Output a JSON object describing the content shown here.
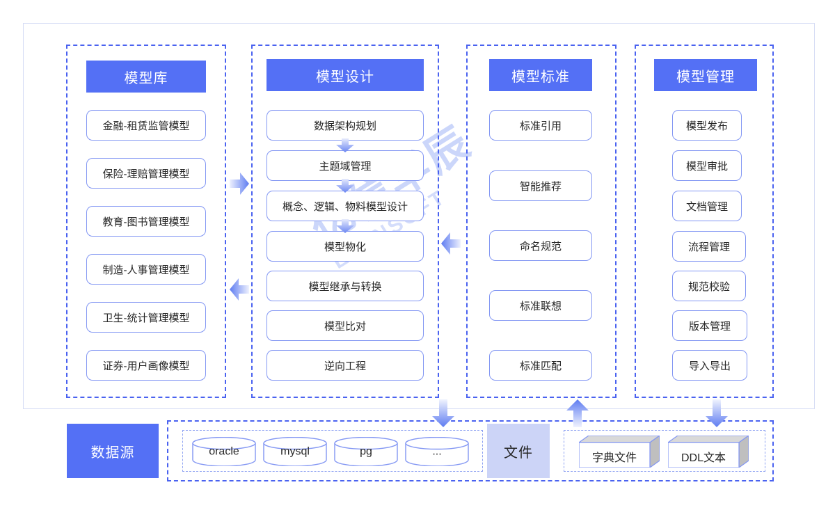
{
  "diagram": {
    "watermark": {
      "cn": "亿信华辰",
      "en": "ESENSOFT"
    },
    "colors": {
      "header_blue": "#5470f5",
      "dashed_border": "#4a62f0",
      "node_border": "#8296f3",
      "frame": "#d6ddf5",
      "file_badge_bg": "#ccd4f7",
      "arrow": "#6b86f2"
    },
    "columns": [
      {
        "id": "model-library",
        "header": "模型库",
        "items": [
          "金融-租赁监管模型",
          "保险-理赔管理模型",
          "教育-图书管理模型",
          "制造-人事管理模型",
          "卫生-统计管理模型",
          "证券-用户画像模型"
        ]
      },
      {
        "id": "model-design",
        "header": "模型设计",
        "items": [
          "数据架构规划",
          "主题域管理",
          "概念、逻辑、物料模型设计",
          "模型物化",
          "模型继承与转换",
          "模型比对",
          "逆向工程"
        ]
      },
      {
        "id": "model-standard",
        "header": "模型标准",
        "items": [
          "标准引用",
          "智能推荐",
          "命名规范",
          "标准联想",
          "标准匹配"
        ]
      },
      {
        "id": "model-management",
        "header": "模型管理",
        "items": [
          "模型发布",
          "模型审批",
          "文档管理",
          "流程管理",
          "规范校验",
          "版本管理",
          "导入导出"
        ]
      }
    ],
    "bottom": {
      "datasource_label": "数据源",
      "databases": [
        "oracle",
        "mysql",
        "pg",
        "..."
      ],
      "file_label": "文件",
      "files": [
        "字典文件",
        "DDL文本"
      ]
    },
    "arrows": [
      {
        "name": "library-to-design",
        "direction": "right"
      },
      {
        "name": "design-to-library",
        "direction": "left"
      },
      {
        "name": "standard-to-design",
        "direction": "left"
      },
      {
        "name": "design-to-datasource",
        "direction": "down"
      },
      {
        "name": "file-to-standard",
        "direction": "up"
      },
      {
        "name": "management-to-file",
        "direction": "down"
      }
    ]
  }
}
